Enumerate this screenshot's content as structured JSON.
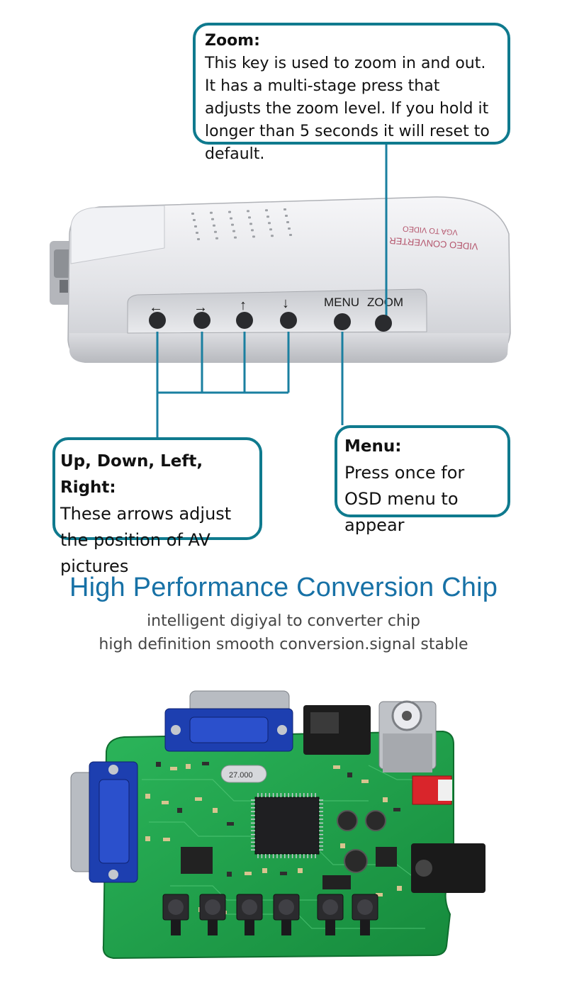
{
  "device": {
    "buttons": [
      {
        "id": "left",
        "label": "←"
      },
      {
        "id": "right",
        "label": "→"
      },
      {
        "id": "up",
        "label": "↑"
      },
      {
        "id": "down",
        "label": "↓"
      },
      {
        "id": "menu",
        "label": "MENU"
      },
      {
        "id": "zoom",
        "label": "ZOOM"
      }
    ],
    "top_label_line1": "VIDEO CONVERTER",
    "top_label_line2": "VGA TO VIDEO"
  },
  "callouts": {
    "zoom": {
      "title": "Zoom:",
      "body": "This key is used to zoom in and out. It has a multi-stage press that adjusts the zoom level. If you hold it longer than 5 seconds it will reset to default."
    },
    "arrows": {
      "title": "Up, Down, Left, Right:",
      "body": "These arrows adjust the position of AV pictures"
    },
    "menu": {
      "title": "Menu:",
      "body": "Press once for OSD menu to appear"
    }
  },
  "section": {
    "title": "High Performance Conversion Chip",
    "subtitle_line1": "intelligent digiyal to converter chip",
    "subtitle_line2": "high definition smooth conversion.signal stable"
  },
  "pcb": {
    "crystal_label": "27.000"
  },
  "colors": {
    "accent": "#0f7a8e",
    "title": "#1771a6",
    "pcb_green": "#1fa64c",
    "vga_blue": "#1d3fb0"
  }
}
